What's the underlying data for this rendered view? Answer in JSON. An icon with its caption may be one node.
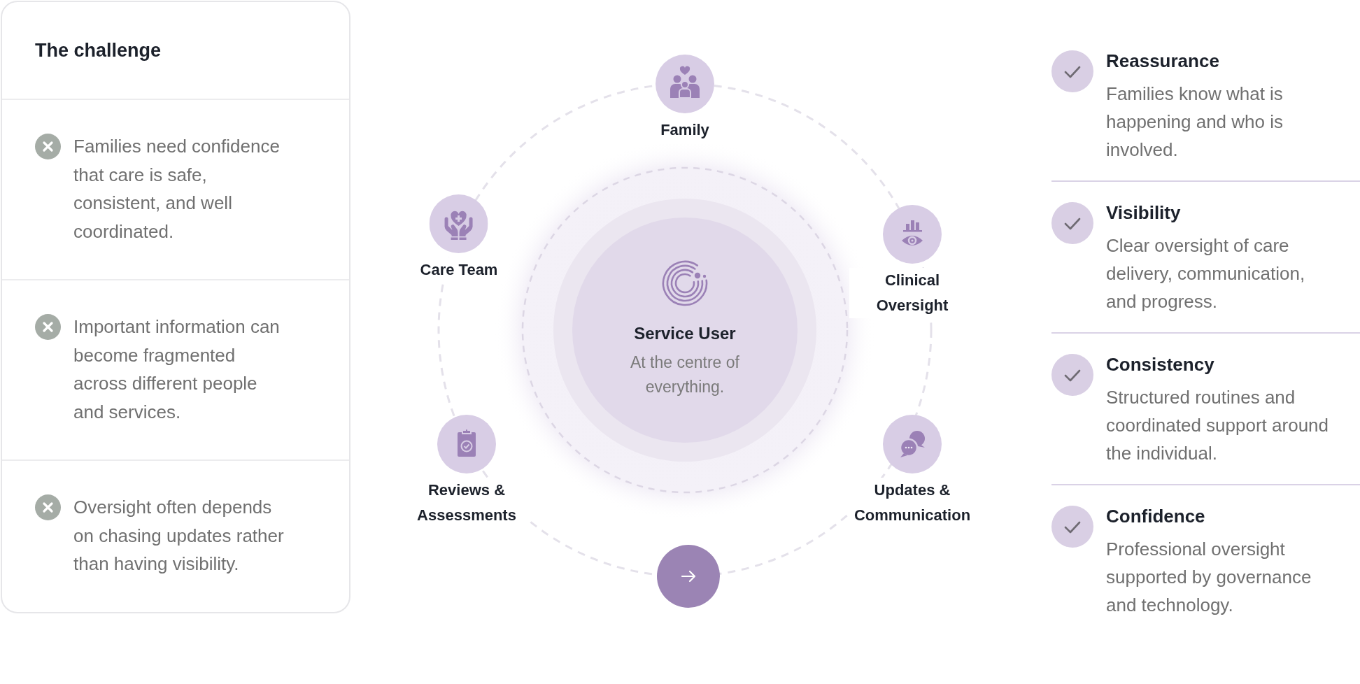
{
  "diagram": {
    "nodes": [
      {
        "text": [
          "The challenge",
          "Families need confidence that care is safe, consistent, and well coordinated.",
          "Important information can become fragmented across different people and services.",
          "Oversight often depends on chasing updates rather than having visibility."
        ]
      },
      {
        "text": [
          "Family"
        ]
      },
      {
        "text": [
          "Care Team"
        ]
      },
      {
        "text": [
          "Clinical Oversight"
        ]
      },
      {
        "text": [
          "Service User",
          "At the centre of everything."
        ]
      },
      {
        "text": [
          "Reviews & Assessments"
        ]
      },
      {
        "text": [
          "Updates & Communication"
        ]
      },
      {
        "text": [],
        "shape": "circle"
      }
    ],
    "labels": [
      "Reassurance",
      "Families know what is happening and who is involved.",
      "Visibility",
      "Clear oversight of care delivery, communication, and progress.",
      "Consistency",
      "Structured routines and coordinated support around the individual.",
      "Confidence",
      "Professional oversight supported by governance and technology."
    ]
  }
}
